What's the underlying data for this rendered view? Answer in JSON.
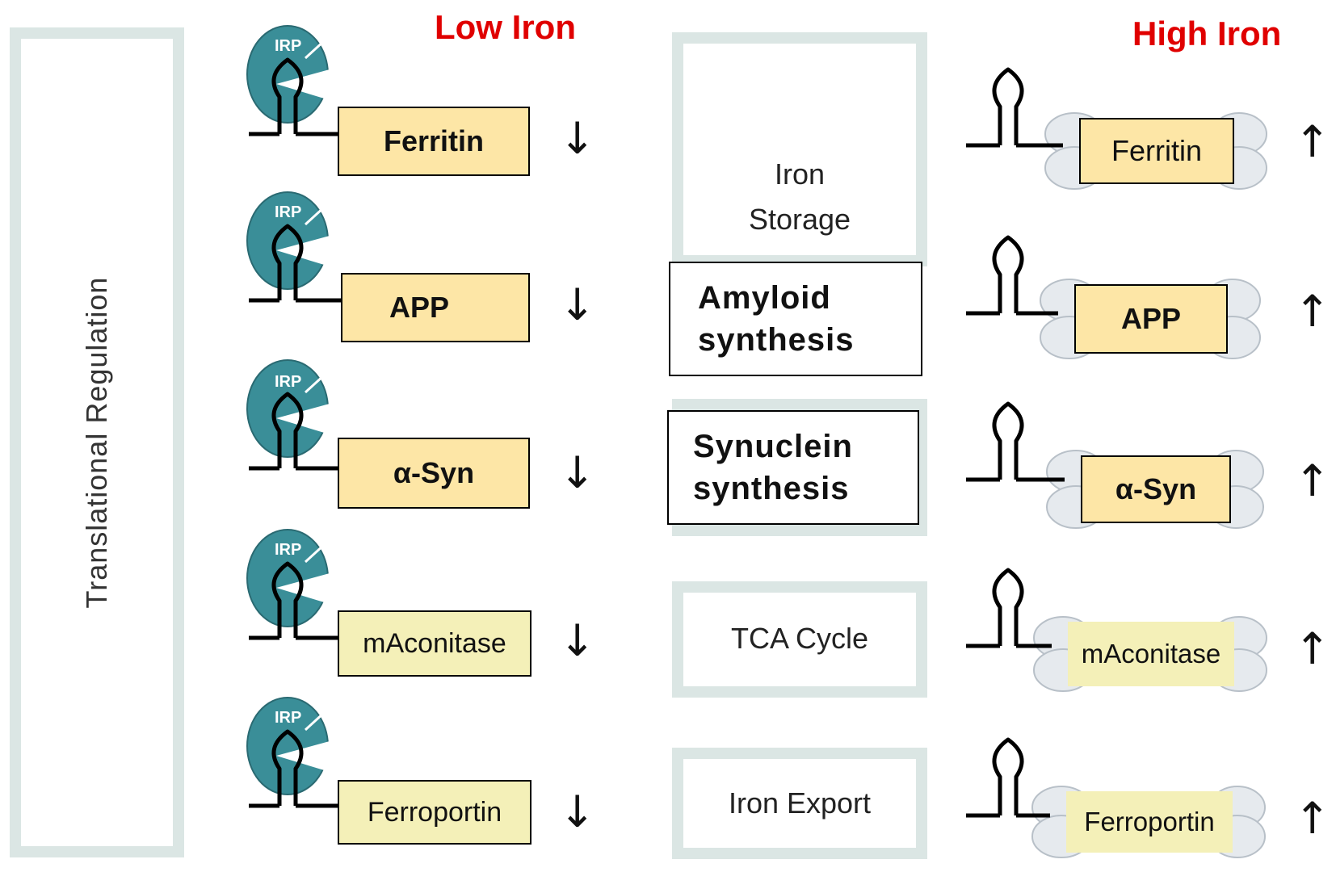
{
  "headers": {
    "low": "Low Iron",
    "high": "High Iron"
  },
  "side_label": "Translational  Regulation",
  "irp_label": "IRP",
  "low_genes": [
    "Ferritin",
    "APP",
    "α-Syn",
    "mAconitase",
    "Ferroportin"
  ],
  "high_genes": [
    "Ferritin",
    "APP",
    "α-Syn",
    "mAconitase",
    "Ferroportin"
  ],
  "processes": {
    "storage_line1": "Iron",
    "storage_line2": "Storage",
    "amyloid_line1": "Amyloid",
    "amyloid_line2": "synthesis",
    "synuclein_line1": "Synuclein",
    "synuclein_line2": "synthesis",
    "tca": "TCA Cycle",
    "export": "Iron Export"
  },
  "arrows": {
    "down": "↓",
    "up": "↑"
  },
  "colors": {
    "header_red": "#e00000",
    "irp_teal": "#3a8e98",
    "frame_teal": "#dbe6e4",
    "gene_orange": "#fde6a6",
    "gene_yellow": "#f4f0b8"
  }
}
